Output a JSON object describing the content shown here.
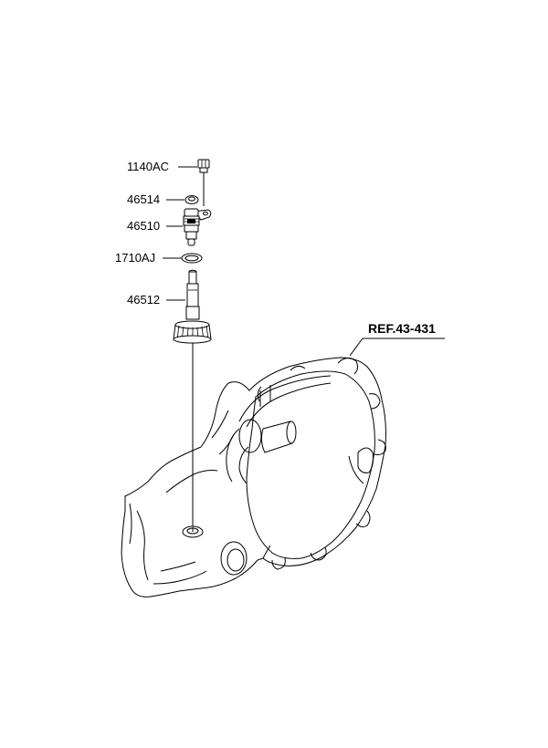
{
  "labels": {
    "bolt": "1140AC",
    "o_ring": "46514",
    "sensor": "46510",
    "gasket": "1710AJ",
    "shaft": "46512",
    "reference": "REF.43-431"
  }
}
